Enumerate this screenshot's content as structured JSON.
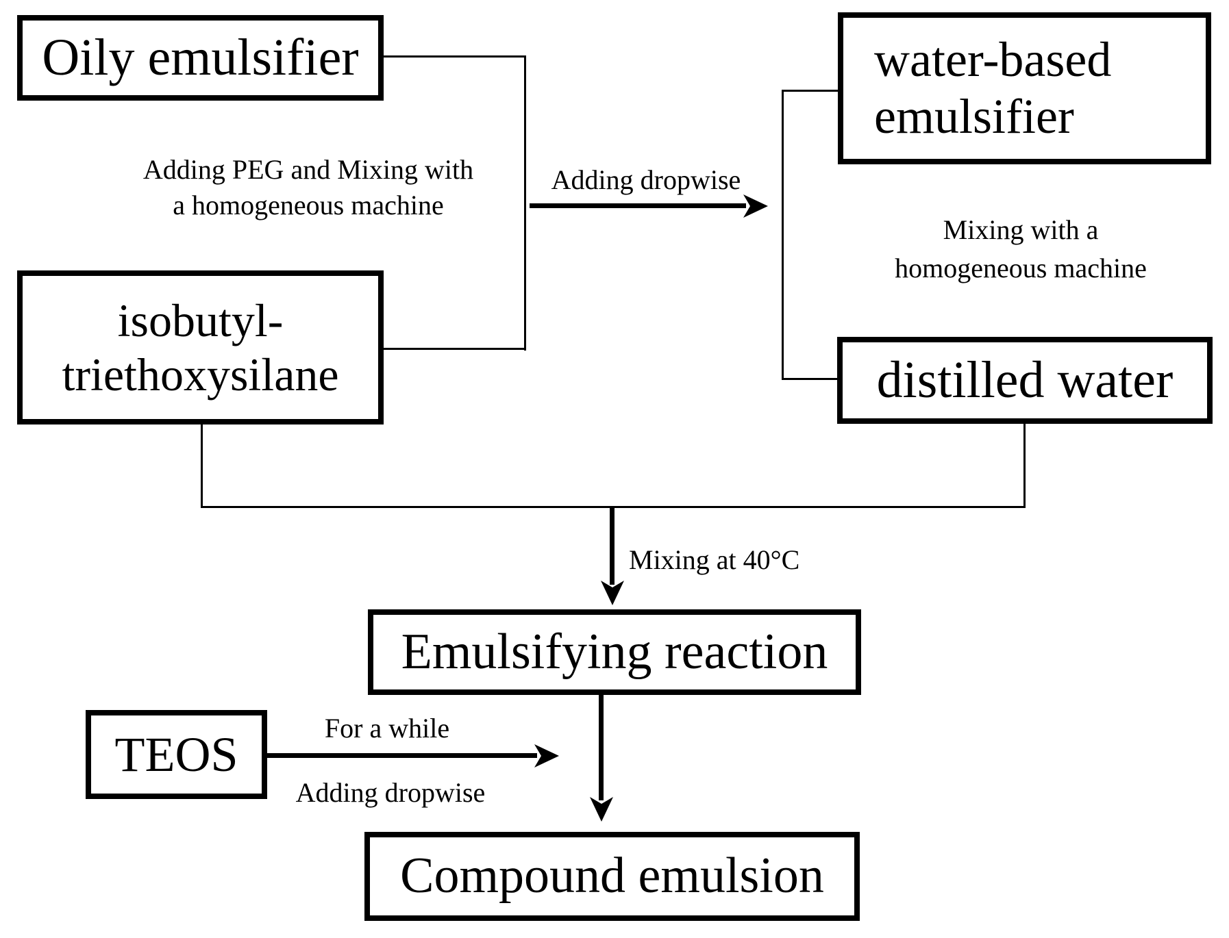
{
  "nodes": {
    "oily": {
      "label": "Oily emulsifier"
    },
    "isobutyl": {
      "line1": "isobutyl-",
      "line2": "triethoxysilane"
    },
    "water": {
      "line1": "water-based",
      "line2": "emulsifier"
    },
    "distilled": {
      "label": "distilled water"
    },
    "emulsifying": {
      "label": "Emulsifying reaction"
    },
    "teos": {
      "label": "TEOS"
    },
    "compound": {
      "label": "Compound emulsion"
    }
  },
  "labels": {
    "peg": {
      "line1": "Adding PEG and Mixing with",
      "line2": "a homogeneous machine"
    },
    "dropwise_top": "Adding dropwise",
    "homog": {
      "line1": "Mixing with a",
      "line2": "homogeneous machine"
    },
    "mixing40": "Mixing at 40°C",
    "while": "For a while",
    "dropwise_bottom": "Adding dropwise"
  },
  "colors": {
    "ink": "#000000",
    "background": "#ffffff"
  }
}
